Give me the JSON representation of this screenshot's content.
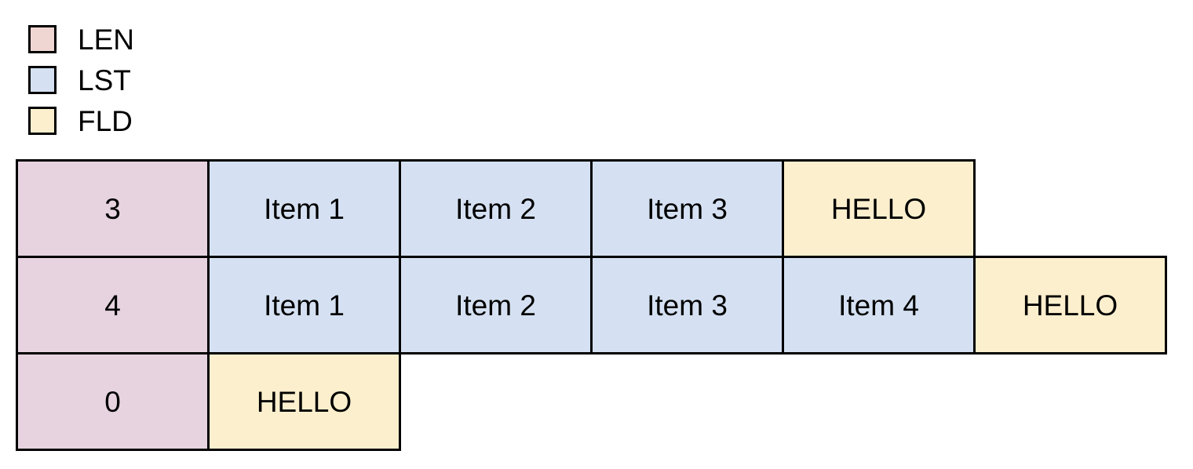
{
  "legend": {
    "items": [
      {
        "label": "LEN",
        "color": "#f0d6d3"
      },
      {
        "label": "LST",
        "color": "#d5e1f2"
      },
      {
        "label": "FLD",
        "color": "#fcefcd"
      }
    ]
  },
  "colors": {
    "len_fill": "#e7d3e0",
    "lst_fill": "#d5e1f2",
    "fld_fill": "#fcefcd",
    "border": "#000000",
    "background": "#ffffff"
  },
  "table": {
    "rows": [
      {
        "cells": [
          {
            "text": "3",
            "kind": "len"
          },
          {
            "text": "Item 1",
            "kind": "lst"
          },
          {
            "text": "Item 2",
            "kind": "lst"
          },
          {
            "text": "Item 3",
            "kind": "lst"
          },
          {
            "text": "HELLO",
            "kind": "fld"
          }
        ]
      },
      {
        "cells": [
          {
            "text": "4",
            "kind": "len"
          },
          {
            "text": "Item 1",
            "kind": "lst"
          },
          {
            "text": "Item 2",
            "kind": "lst"
          },
          {
            "text": "Item 3",
            "kind": "lst"
          },
          {
            "text": "Item 4",
            "kind": "lst"
          },
          {
            "text": "HELLO",
            "kind": "fld"
          }
        ]
      },
      {
        "cells": [
          {
            "text": "0",
            "kind": "len"
          },
          {
            "text": "HELLO",
            "kind": "fld"
          }
        ]
      }
    ]
  }
}
